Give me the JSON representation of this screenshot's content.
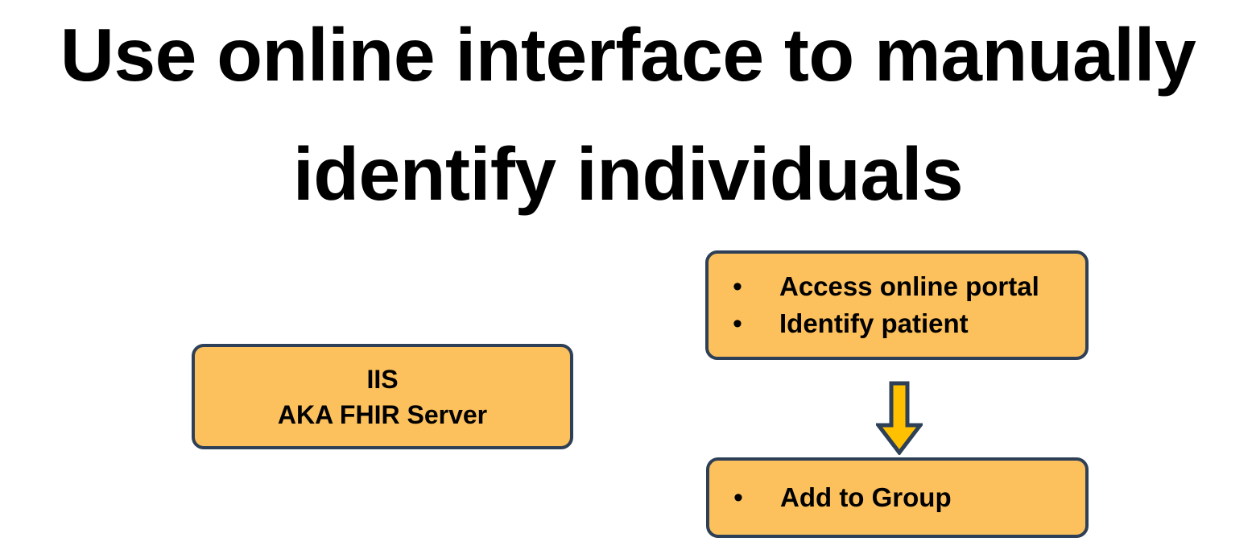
{
  "slide": {
    "title": "Use online interface to manually identify individuals",
    "background_color": "#ffffff"
  },
  "theme": {
    "box_fill": "#fcc05c",
    "box_border": "#2e4057",
    "arrow_fill": "#ffc000",
    "arrow_border": "#2e4057",
    "text_color": "#000000"
  },
  "diagram": {
    "server_box": {
      "lines": [
        "IIS",
        "AKA FHIR Server"
      ]
    },
    "steps_box": {
      "bullet_glyph": "•",
      "items": [
        "Access online portal",
        "Identify patient"
      ]
    },
    "action_box": {
      "bullet_glyph": "•",
      "items": [
        "Add to Group"
      ]
    },
    "arrow": {
      "direction": "down",
      "label": "down-arrow"
    }
  }
}
